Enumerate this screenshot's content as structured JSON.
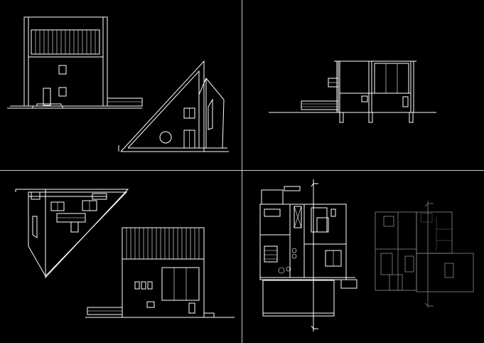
{
  "canvas": {
    "background": "#000000",
    "line_color": "#ffffff",
    "faded_line_color": "#8a8a8a"
  },
  "viewports": [
    {
      "id": "front-elevation-and-side-view",
      "kind": "elevation"
    },
    {
      "id": "section-view",
      "kind": "section"
    },
    {
      "id": "rotated-elevations",
      "kind": "elevation"
    },
    {
      "id": "floor-plans",
      "kind": "plan"
    }
  ]
}
